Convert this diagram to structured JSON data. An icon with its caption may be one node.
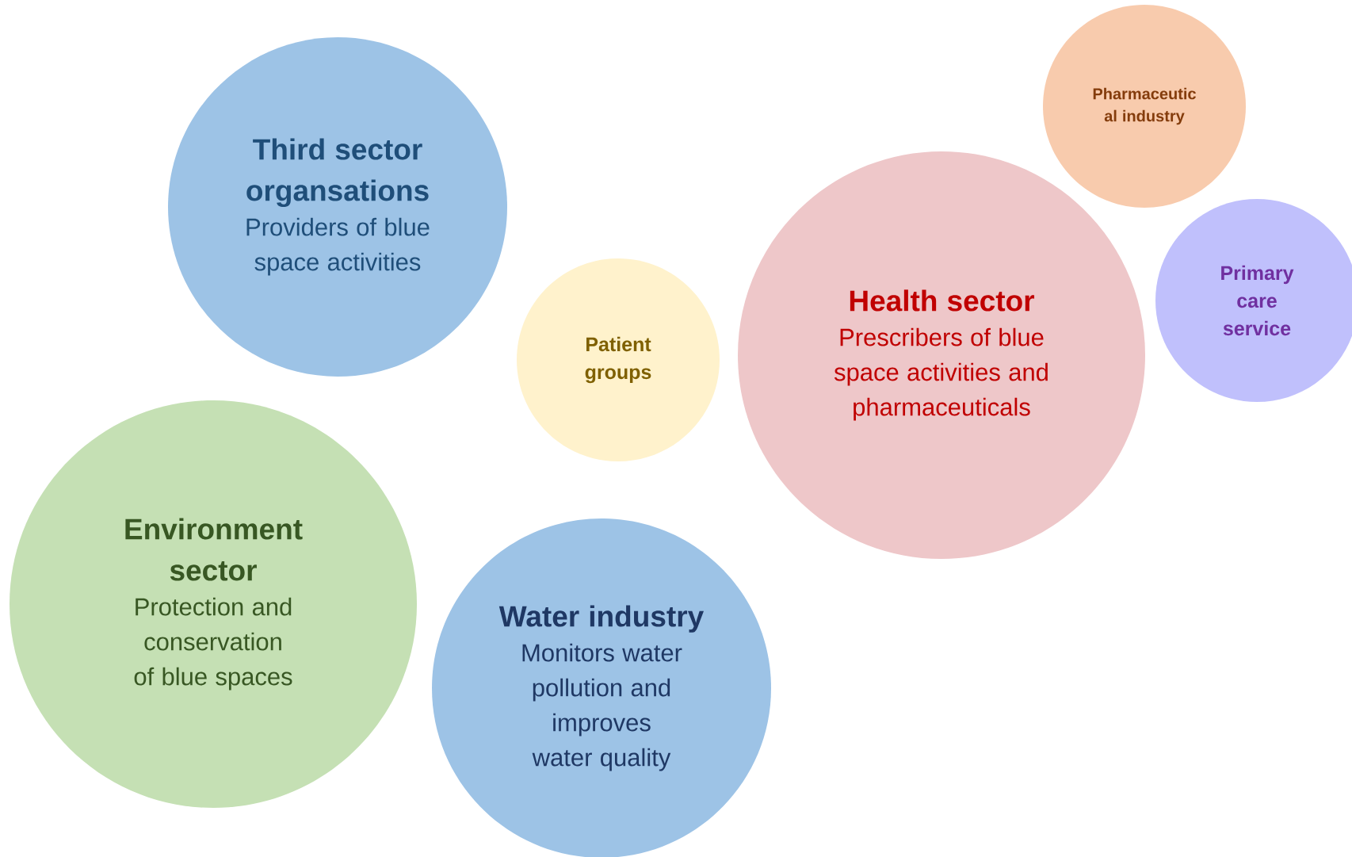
{
  "diagram": {
    "nodes": [
      {
        "text": [
          "Third sector organsations",
          "Providers of blue space activities"
        ]
      },
      {
        "text": [
          "Pharmaceutic al industry"
        ]
      },
      {
        "text": [
          "Patient groups"
        ]
      },
      {
        "text": [
          "Health sector",
          "Prescribers of blue space activities and pharmaceuticals"
        ]
      },
      {
        "text": [
          "Primary care service"
        ]
      },
      {
        "text": [
          "Environment sector",
          "Protection and conservation of blue spaces"
        ]
      },
      {
        "text": [
          "Water industry",
          "Monitors water pollution and improves water quality"
        ]
      }
    ]
  }
}
